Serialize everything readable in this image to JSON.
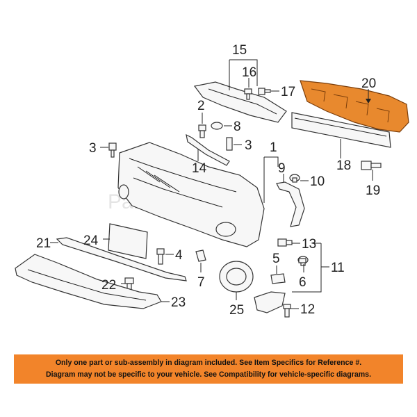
{
  "callouts": {
    "c1": "1",
    "c2": "2",
    "c3a": "3",
    "c3b": "3",
    "c4": "4",
    "c5": "5",
    "c6": "6",
    "c7": "7",
    "c8": "8",
    "c9": "9",
    "c10": "10",
    "c11": "11",
    "c12": "12",
    "c13": "13",
    "c14": "14",
    "c15": "15",
    "c16": "16",
    "c17": "17",
    "c18": "18",
    "c19": "19",
    "c20": "20",
    "c21": "21",
    "c22": "22",
    "c23": "23",
    "c24": "24",
    "c25": "25"
  },
  "watermark": "Partomotive.com",
  "notice": {
    "line1": "Only one part or sub-assembly in diagram included. See Item Specifics for Reference #.",
    "line2": "Diagram may not be specific to your vehicle. See Compatibility for vehicle-specific diagrams."
  },
  "colors": {
    "highlight_part": "#e8892e",
    "notice_bg": "#f2842a"
  }
}
